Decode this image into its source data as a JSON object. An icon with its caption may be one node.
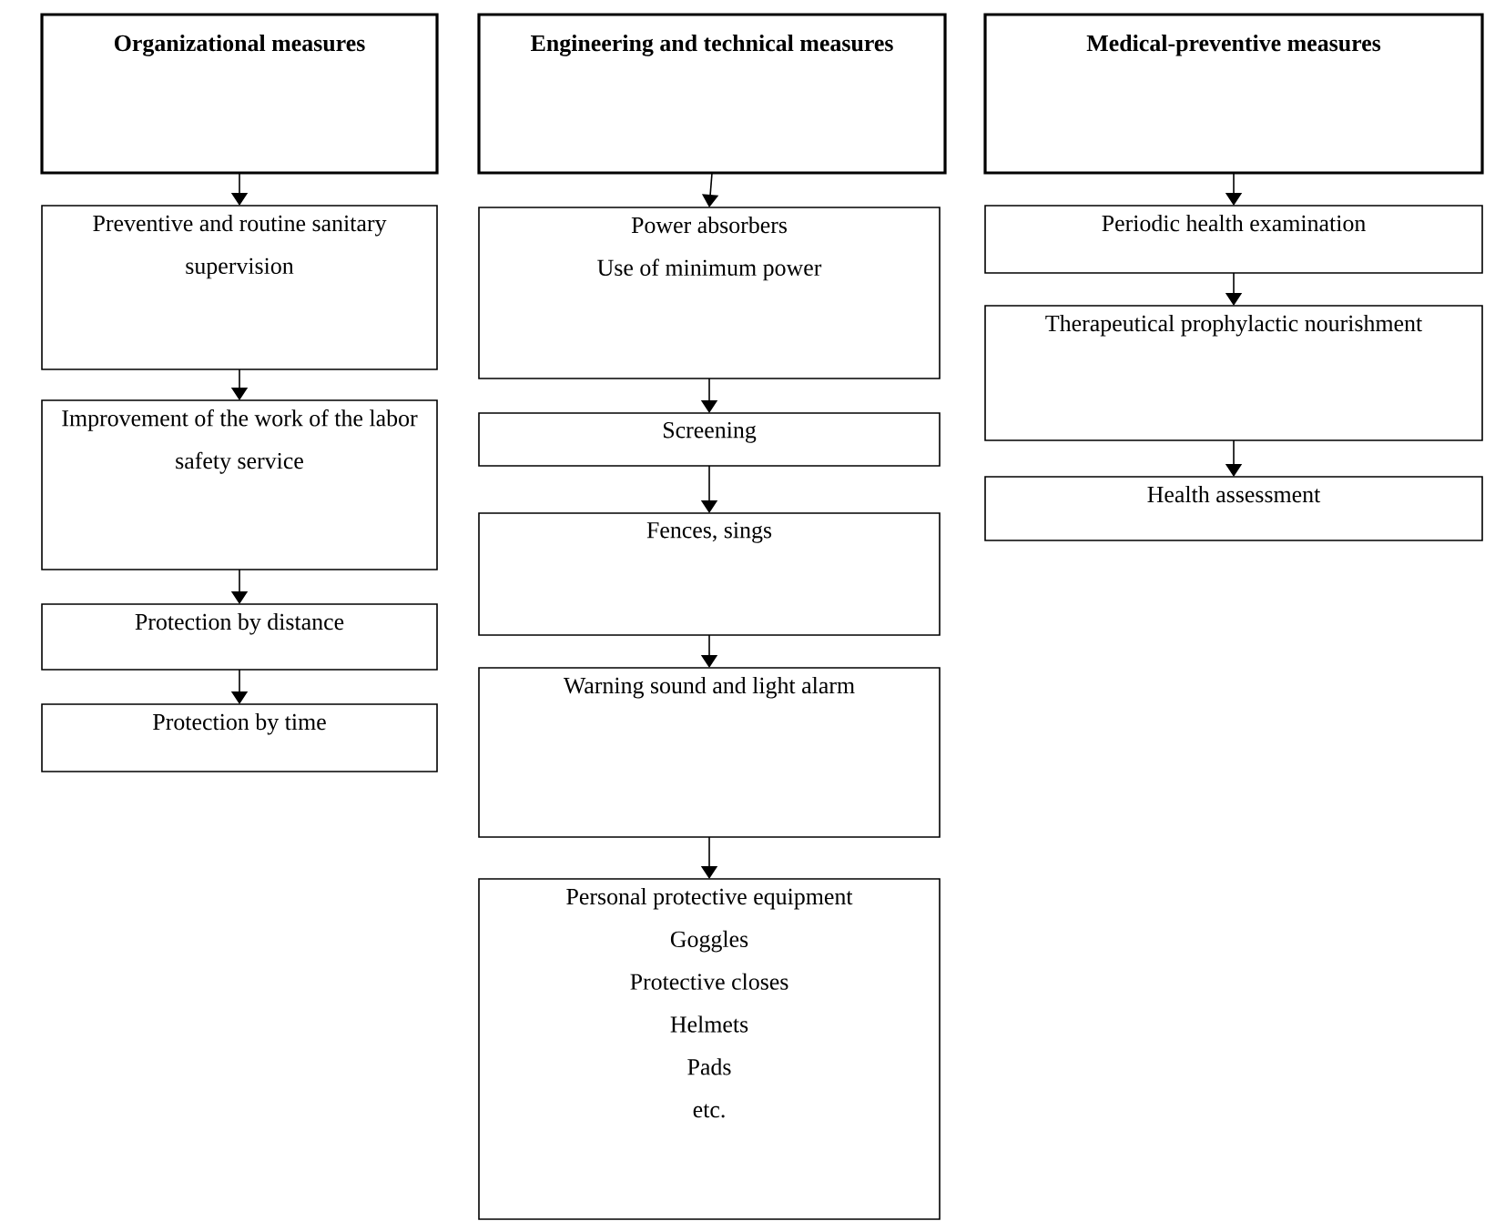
{
  "diagram": {
    "nodes": [
      {
        "text": [
          "Organizational measures"
        ]
      },
      {
        "text": [
          "Preventive and routine sanitary supervision"
        ]
      },
      {
        "text": [
          "Improvement of the work of the labor safety service"
        ]
      },
      {
        "text": [
          "Protection by distance"
        ]
      },
      {
        "text": [
          "Protection by time"
        ]
      },
      {
        "text": [
          "Engineering and technical measures"
        ]
      },
      {
        "text": [
          "Power absorbers",
          "Use of minimum power"
        ]
      },
      {
        "text": [
          "Screening"
        ]
      },
      {
        "text": [
          "Fences, sings"
        ]
      },
      {
        "text": [
          "Warning sound and light alarm"
        ]
      },
      {
        "text": [
          "Personal protective equipment",
          "Goggles",
          "Protective closes",
          "Helmets",
          "Pads",
          "etc."
        ]
      },
      {
        "text": [
          "Medical-preventive measures"
        ]
      },
      {
        "text": [
          "Periodic health examination"
        ]
      },
      {
        "text": [
          "Therapeutical prophylactic nourishment"
        ]
      },
      {
        "text": [
          "Health assessment"
        ]
      }
    ],
    "edges": [
      {
        "from": 0,
        "to": 1,
        "arrow": "to"
      },
      {
        "from": 1,
        "to": 2,
        "arrow": "to"
      },
      {
        "from": 2,
        "to": 3,
        "arrow": "to"
      },
      {
        "from": 3,
        "to": 4,
        "arrow": "to"
      },
      {
        "from": 5,
        "to": 6,
        "arrow": "to"
      },
      {
        "from": 6,
        "to": 7,
        "arrow": "to"
      },
      {
        "from": 7,
        "to": 8,
        "arrow": "to"
      },
      {
        "from": 8,
        "to": 9,
        "arrow": "to"
      },
      {
        "from": 9,
        "to": 10,
        "arrow": "to"
      },
      {
        "from": 11,
        "to": 12,
        "arrow": "to"
      },
      {
        "from": 12,
        "to": 13,
        "arrow": "to"
      },
      {
        "from": 13,
        "to": 14,
        "arrow": "to"
      }
    ]
  }
}
